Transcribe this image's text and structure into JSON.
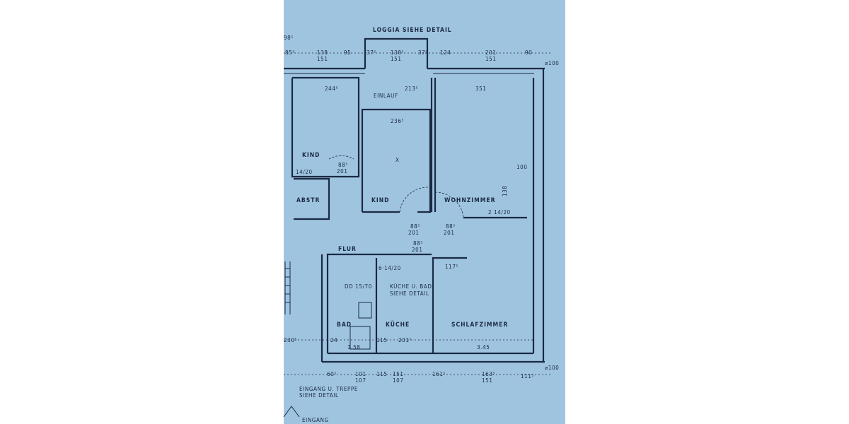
{
  "colors": {
    "paper": "#9fc4df",
    "ink": "#1b2a44"
  },
  "annotations": {
    "loggia": "LOGGIA SIEHE DETAIL",
    "einlauf": "EINLAUF",
    "kitchen_bath_note_1": "KÜCHE U. BAD",
    "kitchen_bath_note_2": "SIEHE DETAIL",
    "entrance_note_1": "EINGANG U. TREPPE",
    "entrance_note_2": "SIEHE DETAIL",
    "entrance": "EINGANG"
  },
  "rooms": {
    "kind_1": "KIND",
    "kind_2": "KIND",
    "abstr": "ABSTR",
    "wohnzimmer": "WOHNZIMMER",
    "flur": "FLUR",
    "bad": "BAD",
    "kueche": "KÜCHE",
    "schlafzimmer": "SCHLAFZIMMER"
  },
  "top_dims": {
    "d0": "98⁵",
    "d1": "85⁵",
    "d2a": "138",
    "d2b": "151",
    "d3": "95",
    "d4": "37⁵",
    "d5a": "138⁵",
    "d5b": "151",
    "d6": "37⁵",
    "d7": "124",
    "d8a": "201",
    "d8b": "151",
    "d9": "90",
    "d10": "⌀100"
  },
  "inner_dims": {
    "kind1_w": "244⁵",
    "loggia_w": "213⁵",
    "wohn_w": "351",
    "kind2_w": "236⁵",
    "door1a": "88⁵",
    "door1b": "201",
    "win1": "14/20",
    "x_mark": "X",
    "d100": "100",
    "d138": "138",
    "win2": "2 14/20",
    "door2a": "88⁵",
    "door2b": "201",
    "door3a": "88⁵",
    "door3b": "201",
    "door4a": "88⁵",
    "door4b": "201",
    "stairs": "6·14/20",
    "d1175": "117⁵",
    "dd": "DD 15/70",
    "bad_d": "24",
    "kue_d1": "115",
    "kue_d2": "201⁵",
    "schlaf_d": "3.45",
    "bad_w": "1.58",
    "left_d": "230⁵"
  },
  "bottom_dims": {
    "b1": "60⁵",
    "b2a": "101",
    "b2b": "107",
    "b3": "115",
    "b4a": "151",
    "b4b": "107",
    "b5": "161⁵",
    "b6a": "163⁵",
    "b6b": "151",
    "b7": "111⁵",
    "b8": "⌀100"
  }
}
